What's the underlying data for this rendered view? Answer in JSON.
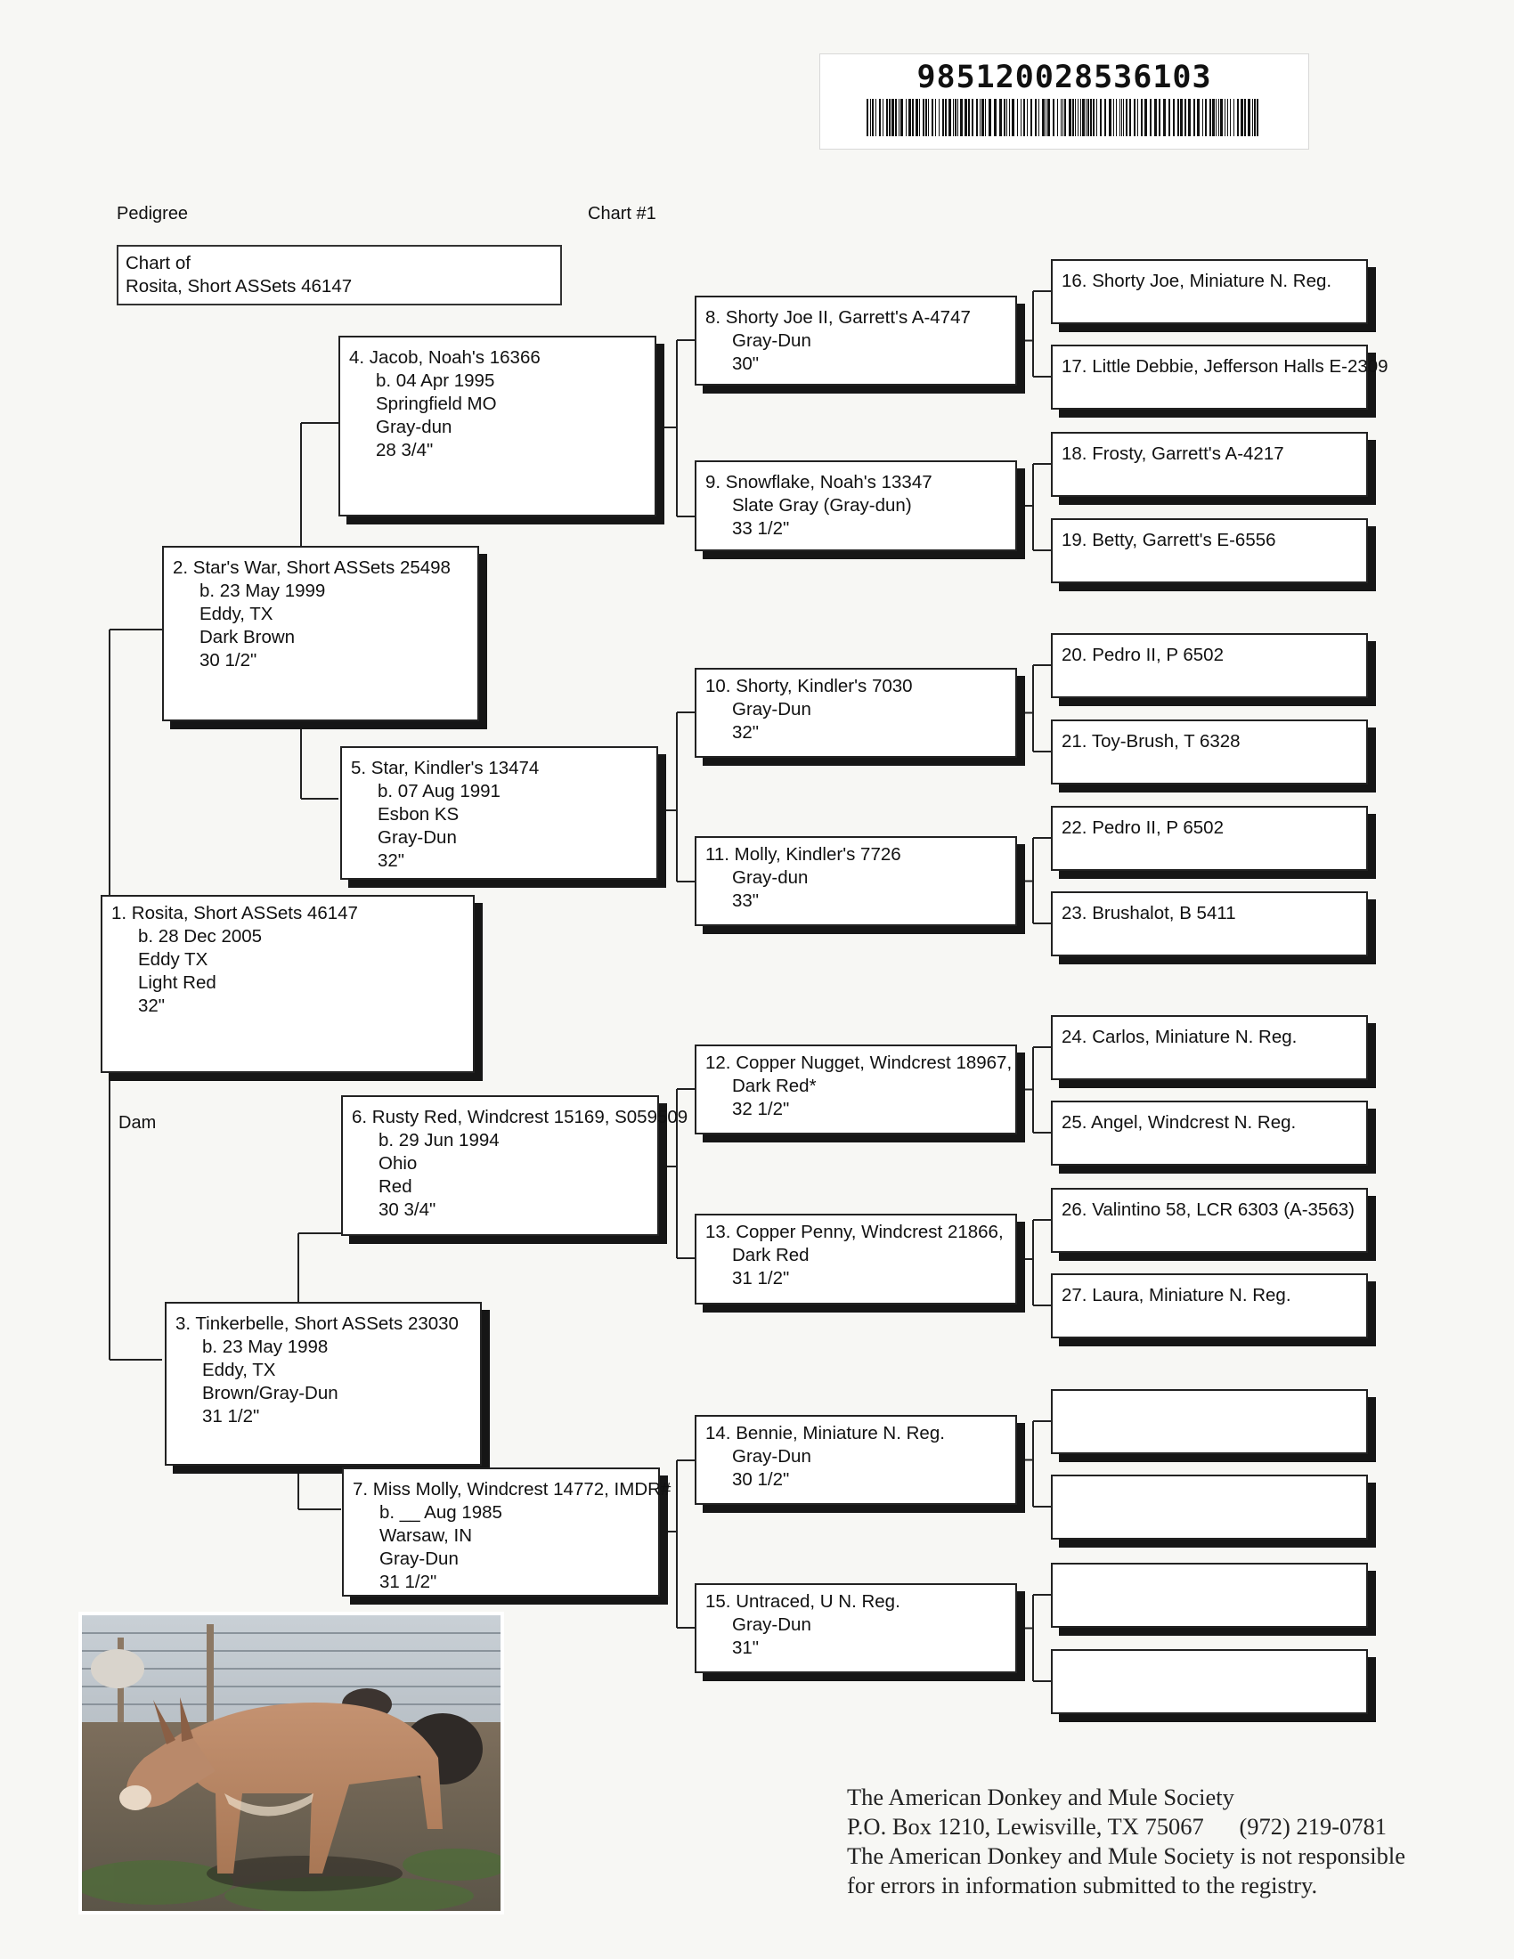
{
  "barcode": {
    "number": "985120028536103"
  },
  "header": {
    "pedigree_label": "Pedigree",
    "chart_label": "Chart #1"
  },
  "chart_of": {
    "line1": "Chart of",
    "line2": "Rosita, Short ASSets 46147"
  },
  "dam_label": "Dam",
  "boxes": {
    "b1": [
      "1. Rosita, Short ASSets 46147",
      "b. 28 Dec 2005",
      "Eddy TX",
      "Light Red",
      "32\""
    ],
    "b2": [
      "2. Star's War, Short ASSets 25498",
      "b. 23 May 1999",
      "Eddy, TX",
      "Dark Brown",
      "30 1/2\""
    ],
    "b3": [
      "3. Tinkerbelle, Short ASSets 23030",
      "b. 23 May 1998",
      "Eddy, TX",
      "Brown/Gray-Dun",
      "31 1/2\""
    ],
    "b4": [
      "4. Jacob, Noah's 16366",
      "b. 04 Apr 1995",
      "Springfield MO",
      "Gray-dun",
      "28 3/4\""
    ],
    "b5": [
      "5. Star, Kindler's 13474",
      "b. 07 Aug 1991",
      "Esbon KS",
      "Gray-Dun",
      "32\""
    ],
    "b6": [
      "6. Rusty Red, Windcrest 15169, S059509",
      "b. 29 Jun 1994",
      "Ohio",
      "Red",
      "30 3/4\""
    ],
    "b7": [
      "7. Miss Molly, Windcrest 14772, IMDR#",
      "b. __ Aug 1985",
      "Warsaw, IN",
      "Gray-Dun",
      "31 1/2\""
    ],
    "b8": [
      "8. Shorty Joe II, Garrett's A-4747",
      "Gray-Dun",
      "30\""
    ],
    "b9": [
      "9. Snowflake, Noah's 13347",
      "Slate Gray (Gray-dun)",
      "33 1/2\""
    ],
    "b10": [
      "10. Shorty, Kindler's 7030",
      "Gray-Dun",
      "32\""
    ],
    "b11": [
      "11. Molly, Kindler's 7726",
      "Gray-dun",
      "33\""
    ],
    "b12": [
      "12. Copper Nugget, Windcrest 18967,",
      "Dark Red*",
      "32 1/2\""
    ],
    "b13": [
      "13. Copper Penny, Windcrest 21866,",
      "Dark Red",
      "31 1/2\""
    ],
    "b14": [
      "14. Bennie, Miniature N. Reg.",
      "Gray-Dun",
      "30 1/2\""
    ],
    "b15": [
      "15. Untraced, U N. Reg.",
      "Gray-Dun",
      "31\""
    ],
    "b16": [
      "16. Shorty Joe, Miniature N. Reg."
    ],
    "b17": [
      "17. Little Debbie, Jefferson Halls E-2309"
    ],
    "b18": [
      "18. Frosty, Garrett's A-4217"
    ],
    "b19": [
      "19. Betty, Garrett's E-6556"
    ],
    "b20": [
      "20. Pedro II, P 6502"
    ],
    "b21": [
      "21. Toy-Brush, T 6328"
    ],
    "b22": [
      "22. Pedro II, P 6502"
    ],
    "b23": [
      "23. Brushalot, B 5411"
    ],
    "b24": [
      "24. Carlos, Miniature N. Reg."
    ],
    "b25": [
      "25. Angel, Windcrest N. Reg."
    ],
    "b26": [
      "26. Valintino 58, LCR 6303 (A-3563)"
    ],
    "b27": [
      "27. Laura, Miniature N. Reg."
    ],
    "b28": [],
    "b29": [],
    "b30": [],
    "b31": []
  },
  "footer": {
    "line1": "The American Donkey and Mule Society",
    "line2": "P.O. Box 1210, Lewisville, TX 75067      (972) 219-0781",
    "line3": "The American Donkey and Mule Society is not responsible",
    "line4": "for errors in information submitted to the registry."
  }
}
